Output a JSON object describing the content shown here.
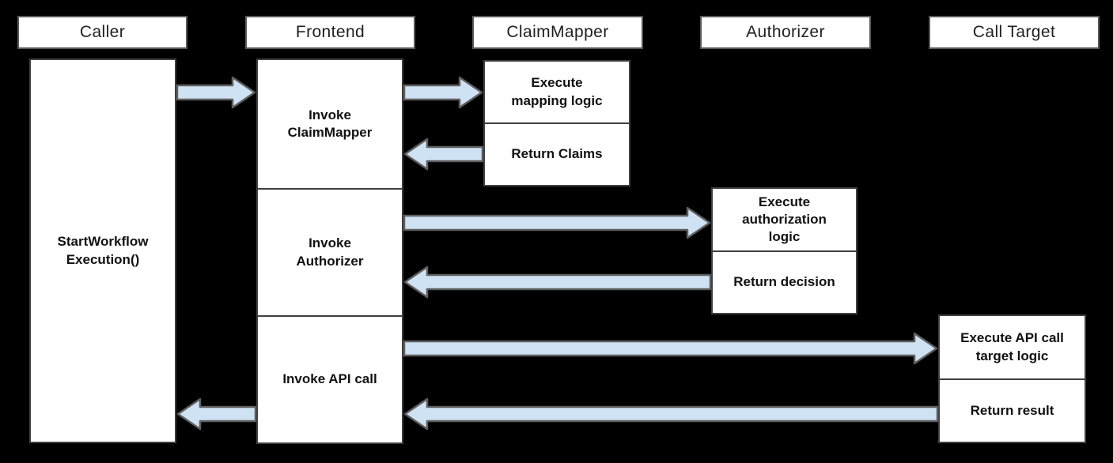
{
  "diagram_type": "sequence-diagram",
  "lanes": [
    {
      "label": "Caller"
    },
    {
      "label": "Frontend"
    },
    {
      "label": "ClaimMapper"
    },
    {
      "label": "Authorizer"
    },
    {
      "label": "Call Target"
    }
  ],
  "boxes": {
    "caller_action": "StartWorkflow\nExecution()",
    "invoke_claimmapper": "Invoke\nClaimMapper",
    "invoke_authorizer": "Invoke\nAuthorizer",
    "invoke_api_call": "Invoke API call",
    "execute_mapping_logic": "Execute\nmapping logic",
    "return_claims": "Return Claims",
    "execute_authorization_logic": "Execute\nauthorization\nlogic",
    "return_decision": "Return decision",
    "execute_api_call_target_logic": "Execute API call\ntarget logic",
    "return_result": "Return result"
  },
  "connections": [
    {
      "from": "Caller",
      "to": "Frontend"
    },
    {
      "from": "Frontend",
      "to": "ClaimMapper"
    },
    {
      "from": "ClaimMapper",
      "to": "Frontend"
    },
    {
      "from": "Frontend",
      "to": "Authorizer"
    },
    {
      "from": "Authorizer",
      "to": "Frontend"
    },
    {
      "from": "Frontend",
      "to": "Call Target"
    },
    {
      "from": "Call Target",
      "to": "Frontend"
    },
    {
      "from": "Frontend",
      "to": "Caller"
    }
  ],
  "colors": {
    "background": "#000000",
    "box_fill": "#ffffff",
    "box_border": "#3f3f3f",
    "header_border": "#595959",
    "arrow_fill": "#cfe2f3",
    "arrow_stroke": "#5e5e5e",
    "text": "#111111"
  }
}
